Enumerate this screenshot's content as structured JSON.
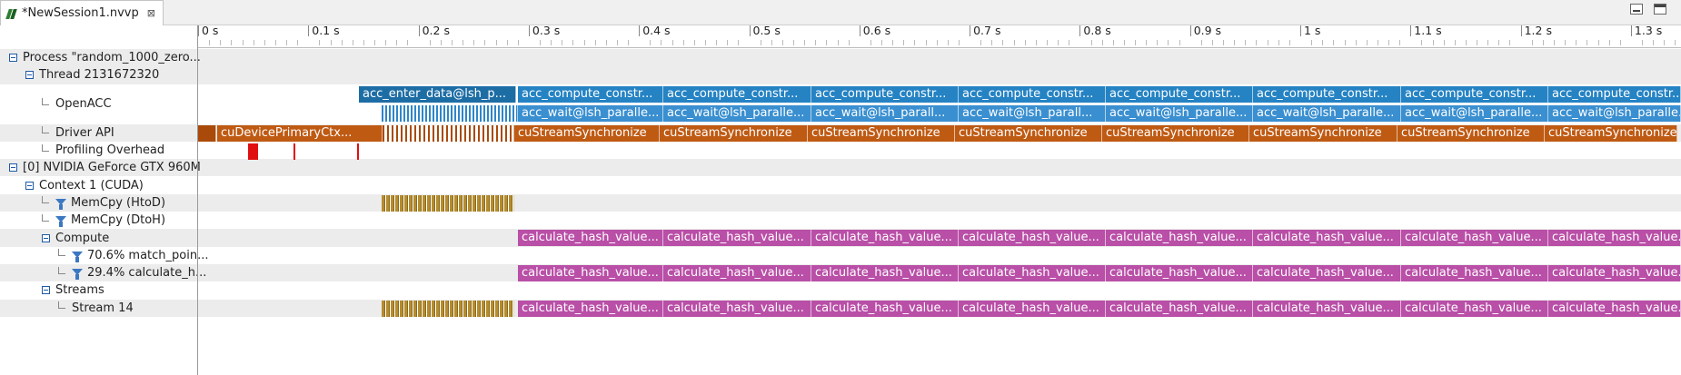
{
  "tab": {
    "title": "*NewSession1.nvvp",
    "close_glyph": "⊠"
  },
  "ruler": {
    "ticks": [
      "0 s",
      "0.1 s",
      "0.2 s",
      "0.3 s",
      "0.4 s",
      "0.5 s",
      "0.6 s",
      "0.7 s",
      "0.8 s",
      "0.9 s",
      "1 s",
      "1.1 s",
      "1.2 s",
      "1.3 s"
    ]
  },
  "tree": [
    {
      "label": "Process \"random_1000_zero...",
      "kind": "toggle"
    },
    {
      "label": "Thread 2131672320",
      "kind": "toggle"
    },
    {
      "label": "OpenACC",
      "kind": "elbow"
    },
    {
      "label": "Driver API",
      "kind": "elbow"
    },
    {
      "label": "Profiling Overhead",
      "kind": "elbow"
    },
    {
      "label": "[0] NVIDIA GeForce GTX 960M",
      "kind": "toggle"
    },
    {
      "label": "Context 1 (CUDA)",
      "kind": "toggle"
    },
    {
      "label": "MemCpy (HtoD)",
      "kind": "filter"
    },
    {
      "label": "MemCpy (DtoH)",
      "kind": "filter"
    },
    {
      "label": "Compute",
      "kind": "toggle"
    },
    {
      "label": "70.6% match_poin...",
      "kind": "filter"
    },
    {
      "label": "29.4% calculate_h...",
      "kind": "filter"
    },
    {
      "label": "Streams",
      "kind": "toggle"
    },
    {
      "label": "Stream 14",
      "kind": "elbow"
    }
  ],
  "timeline": {
    "enter_data": "acc_enter_data@lsh_p...",
    "compute_first": "acc_compute_constr...",
    "compute_next": "acc_compute_constr...",
    "compute_alt": "acc_compute_constr...",
    "wait_first": "acc_wait@lsh_paralle...",
    "wait_b": "acc_wait@lsh_paralle...",
    "wait_c": "acc_wait@lsh_parall...",
    "wait_d": "acc_wait@lsh_parall...",
    "wait_e": "acc_wait@lsh_paralle...",
    "wait_f": "acc_wait@lsh_paralle...",
    "wait_g": "acc_wait@lsh_paralle...",
    "wait_h": "acc_wait@lsh_paralle...",
    "wait_i": "acc_wait@lsh_paralle...",
    "driver_first": "cuDevicePrimaryCtx...",
    "stream_sync": "cuStreamSynchronize",
    "kernel": "calculate_hash_value..."
  }
}
